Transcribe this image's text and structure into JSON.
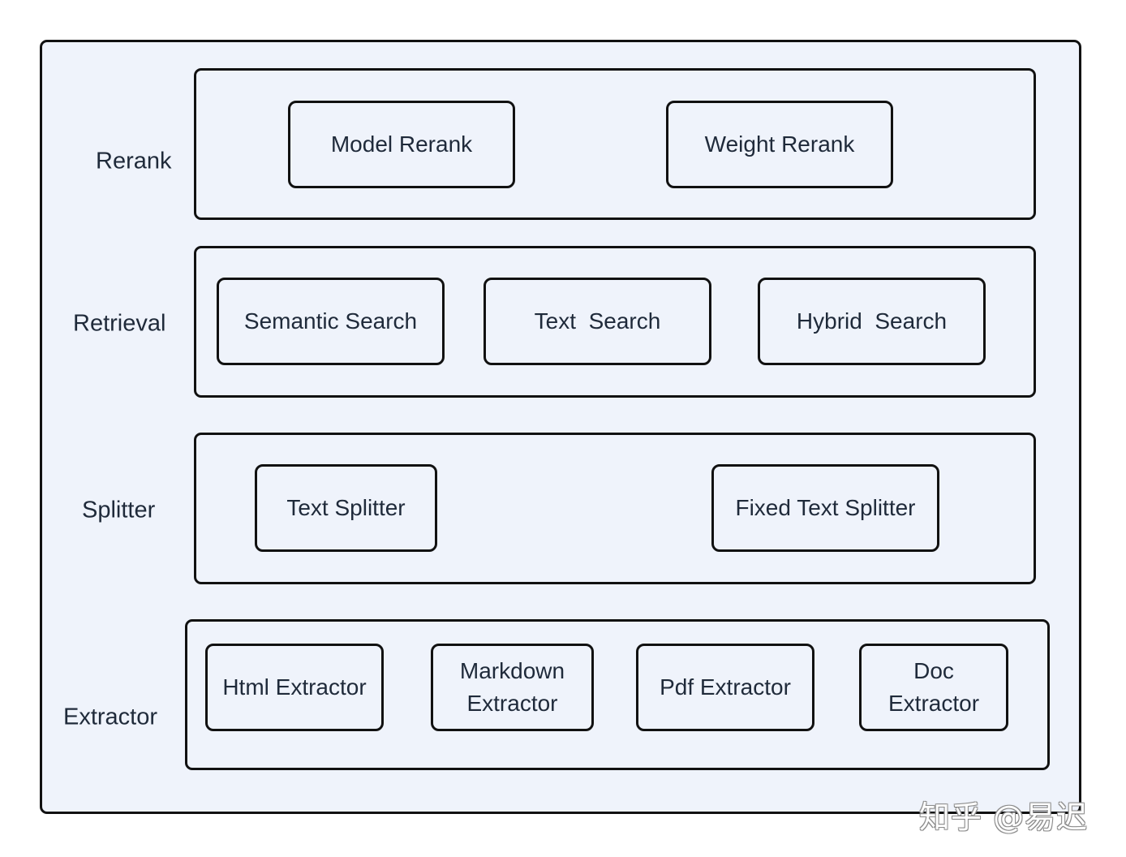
{
  "layers": {
    "rerank": {
      "label": "Rerank",
      "components": [
        "Model Rerank",
        "Weight Rerank"
      ]
    },
    "retrieval": {
      "label": "Retrieval",
      "components": [
        "Semantic Search",
        "Text  Search",
        "Hybrid  Search"
      ]
    },
    "splitter": {
      "label": "Splitter",
      "components": [
        "Text Splitter",
        "Fixed Text Splitter"
      ]
    },
    "extractor": {
      "label": "Extractor",
      "components": [
        "Html Extractor",
        "Markdown\nExtractor",
        "Pdf Extractor",
        "Doc\nExtractor"
      ]
    }
  },
  "watermark": "知乎 @易迟"
}
